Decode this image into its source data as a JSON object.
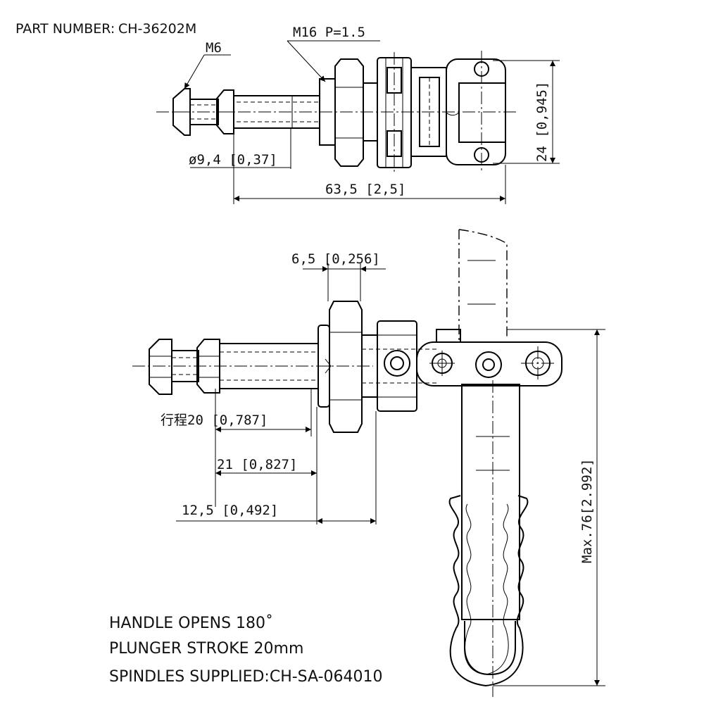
{
  "header": {
    "part_label": "PART NUMBER:",
    "part_number": "CH-36202M"
  },
  "top_view": {
    "thread_small": "M6",
    "thread_large": "M16 P=1.5",
    "diameter": "ø9,4 [0,37]",
    "overall_length": "63,5 [2,5]",
    "width": "24 [0,945]"
  },
  "side_view": {
    "nut_width": "6,5 [0,256]",
    "stroke_label": "行程20 [0,787]",
    "stroke_21": "21 [0,827]",
    "offset": "12,5 [0,492]",
    "max_height": "Max.76[2.992]"
  },
  "notes": [
    "HANDLE OPENS 180˚",
    "PLUNGER STROKE 20mm",
    "SPINDLES SUPPLIED:CH-SA-064010"
  ]
}
